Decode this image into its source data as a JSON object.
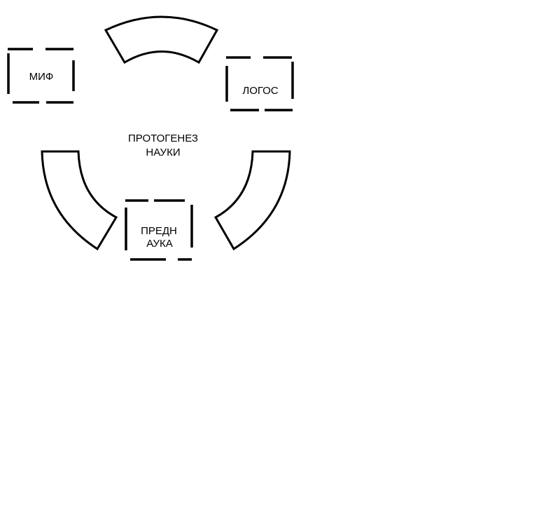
{
  "diagram": {
    "center_title": {
      "line1": "ПРОТОГЕНЕЗ",
      "line2": "НАУКИ"
    },
    "boxes": {
      "myth": {
        "label": "МИФ"
      },
      "logos": {
        "label": "ЛОГОС"
      },
      "pre_science": {
        "line1": "ПРЕДН",
        "line2": "АУКА"
      }
    },
    "colors": {
      "stroke": "#000000",
      "background": "#ffffff"
    }
  }
}
